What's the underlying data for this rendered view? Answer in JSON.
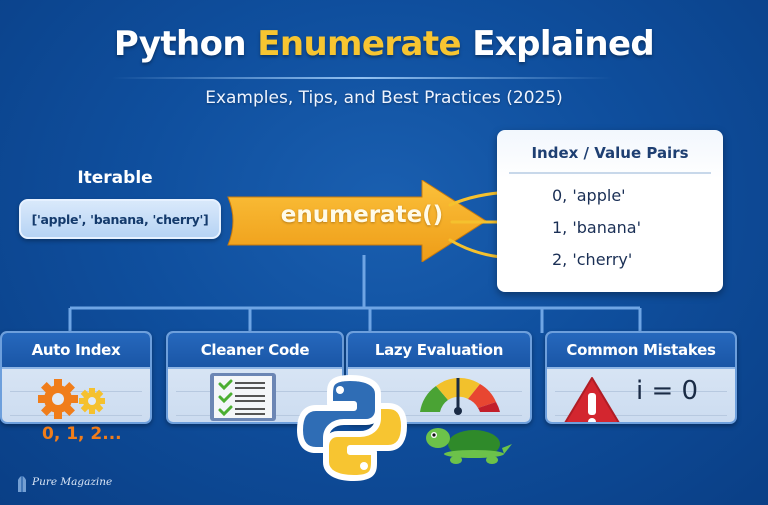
{
  "header": {
    "title_prefix": "Python",
    "title_accent": "Enumerate",
    "title_suffix": "Explained",
    "subtitle": "Examples, Tips, and Best Practices (2025)"
  },
  "iterable": {
    "label": "Iterable",
    "value": "['apple', 'banana, 'cherry']"
  },
  "function": {
    "label": "enumerate()"
  },
  "pairs": {
    "title": "Index / Value Pairs",
    "items": [
      "0, 'apple'",
      "1, 'banana'",
      "2, 'cherry'"
    ]
  },
  "cards": [
    {
      "title": "Auto Index",
      "icon": "gears-icon",
      "caption": "0, 1, 2..."
    },
    {
      "title": "Cleaner Code",
      "icon": "checklist-icon"
    },
    {
      "title": "Lazy Evaluation",
      "icon": "speedometer-turtle-icon"
    },
    {
      "title": "Common Mistakes",
      "icon": "warning-icon",
      "caption": "i = 0"
    }
  ],
  "center_logo": "python-logo",
  "watermark": "Pure Magazine",
  "colors": {
    "background": "#0f4f9e",
    "accent_yellow": "#f7c531",
    "arrow_orange": "#f6ab25",
    "card_header": "#1f60b2",
    "warning_red": "#d3262f",
    "check_green": "#4caf32"
  }
}
